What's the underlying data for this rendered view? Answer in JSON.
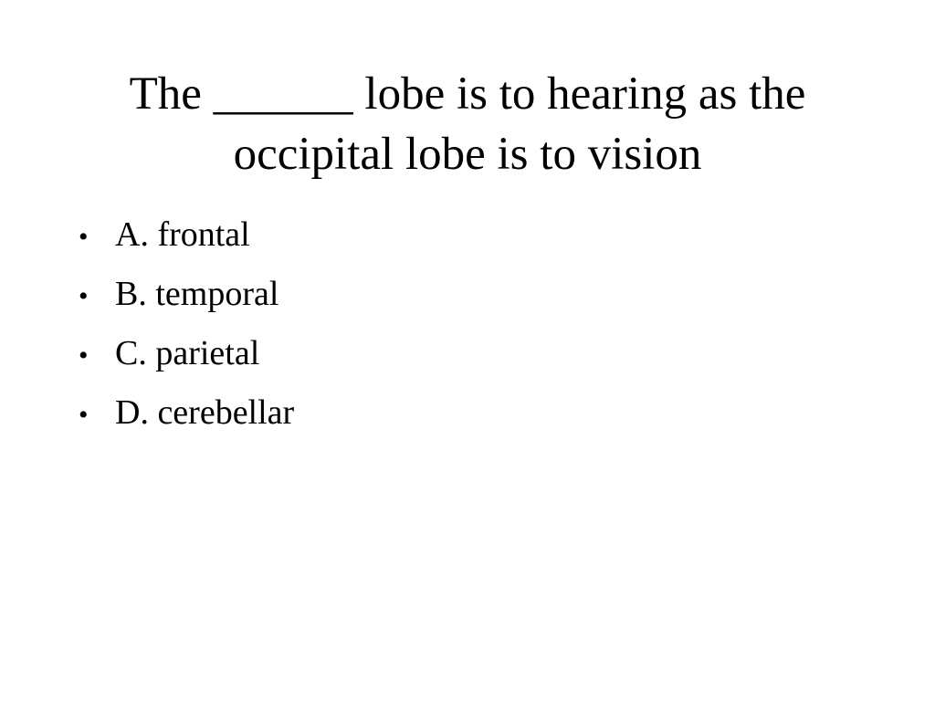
{
  "slide": {
    "title_lines": [
      "The ______ lobe is to hearing as the",
      "occipital lobe is to vision"
    ],
    "bullet_symbol": "•",
    "options": [
      "A. frontal",
      "B. temporal",
      "C. parietal",
      "D. cerebellar"
    ]
  }
}
